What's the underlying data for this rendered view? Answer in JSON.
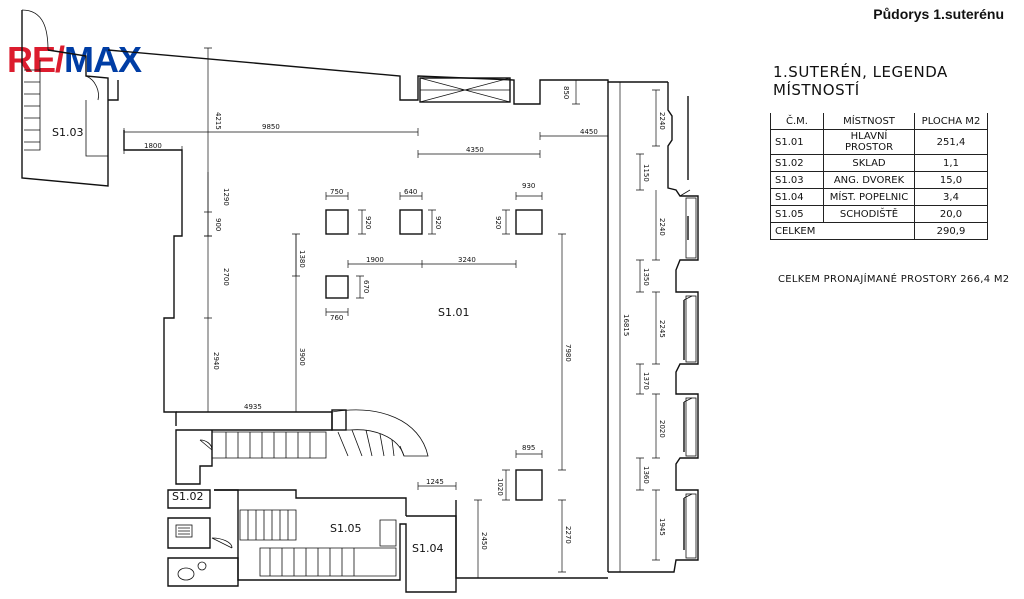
{
  "header": {
    "title": "Půdorys 1.suterénu"
  },
  "logo": {
    "re": "RE",
    "slash": "/",
    "max": "MAX"
  },
  "legend": {
    "title": "1.SUTERÉN, LEGENDA MÍSTNOSTÍ",
    "columns": [
      "Č.M.",
      "MÍSTNOST",
      "PLOCHA M2"
    ],
    "rows": [
      [
        "S1.01",
        "HLAVNÍ PROSTOR",
        "251,4"
      ],
      [
        "S1.02",
        "SKLAD",
        "1,1"
      ],
      [
        "S1.03",
        "ANG. DVOREK",
        "15,0"
      ],
      [
        "S1.04",
        "MÍST. POPELNIC",
        "3,4"
      ],
      [
        "S1.05",
        "SCHODIŠTĚ",
        "20,0"
      ]
    ],
    "total_label": "CELKEM",
    "total_value": "290,9"
  },
  "rentable": "CELKEM PRONAJÍMANÉ PROSTORY 266,4 M2",
  "rooms": {
    "s101": "S1.01",
    "s102": "S1.02",
    "s103": "S1.03",
    "s104": "S1.04",
    "s105": "S1.05"
  },
  "dims": {
    "d9850": "9850",
    "d4215": "4215",
    "d1800": "1800",
    "d1290": "1290",
    "d900": "900",
    "d2700": "2700",
    "d2940": "2940",
    "d4935": "4935",
    "d3900": "3900",
    "d1380": "1380",
    "d750": "750",
    "d640": "640",
    "d930": "930",
    "d920a": "920",
    "d920b": "920",
    "d920c": "920",
    "d1900": "1900",
    "d3240": "3240",
    "d670": "670",
    "d760": "760",
    "d7980": "7980",
    "d4350": "4350",
    "d4450": "4450",
    "d850": "850",
    "d16815": "16815",
    "d895": "895",
    "d1020": "1020",
    "d1245": "1245",
    "d2450": "2450",
    "d2270": "2270",
    "d2240a": "2240",
    "d1150": "1150",
    "d2240b": "2240",
    "d1350": "1350",
    "d2245": "2245",
    "d1370": "1370",
    "d2020": "2020",
    "d1360": "1360",
    "d1945": "1945"
  }
}
